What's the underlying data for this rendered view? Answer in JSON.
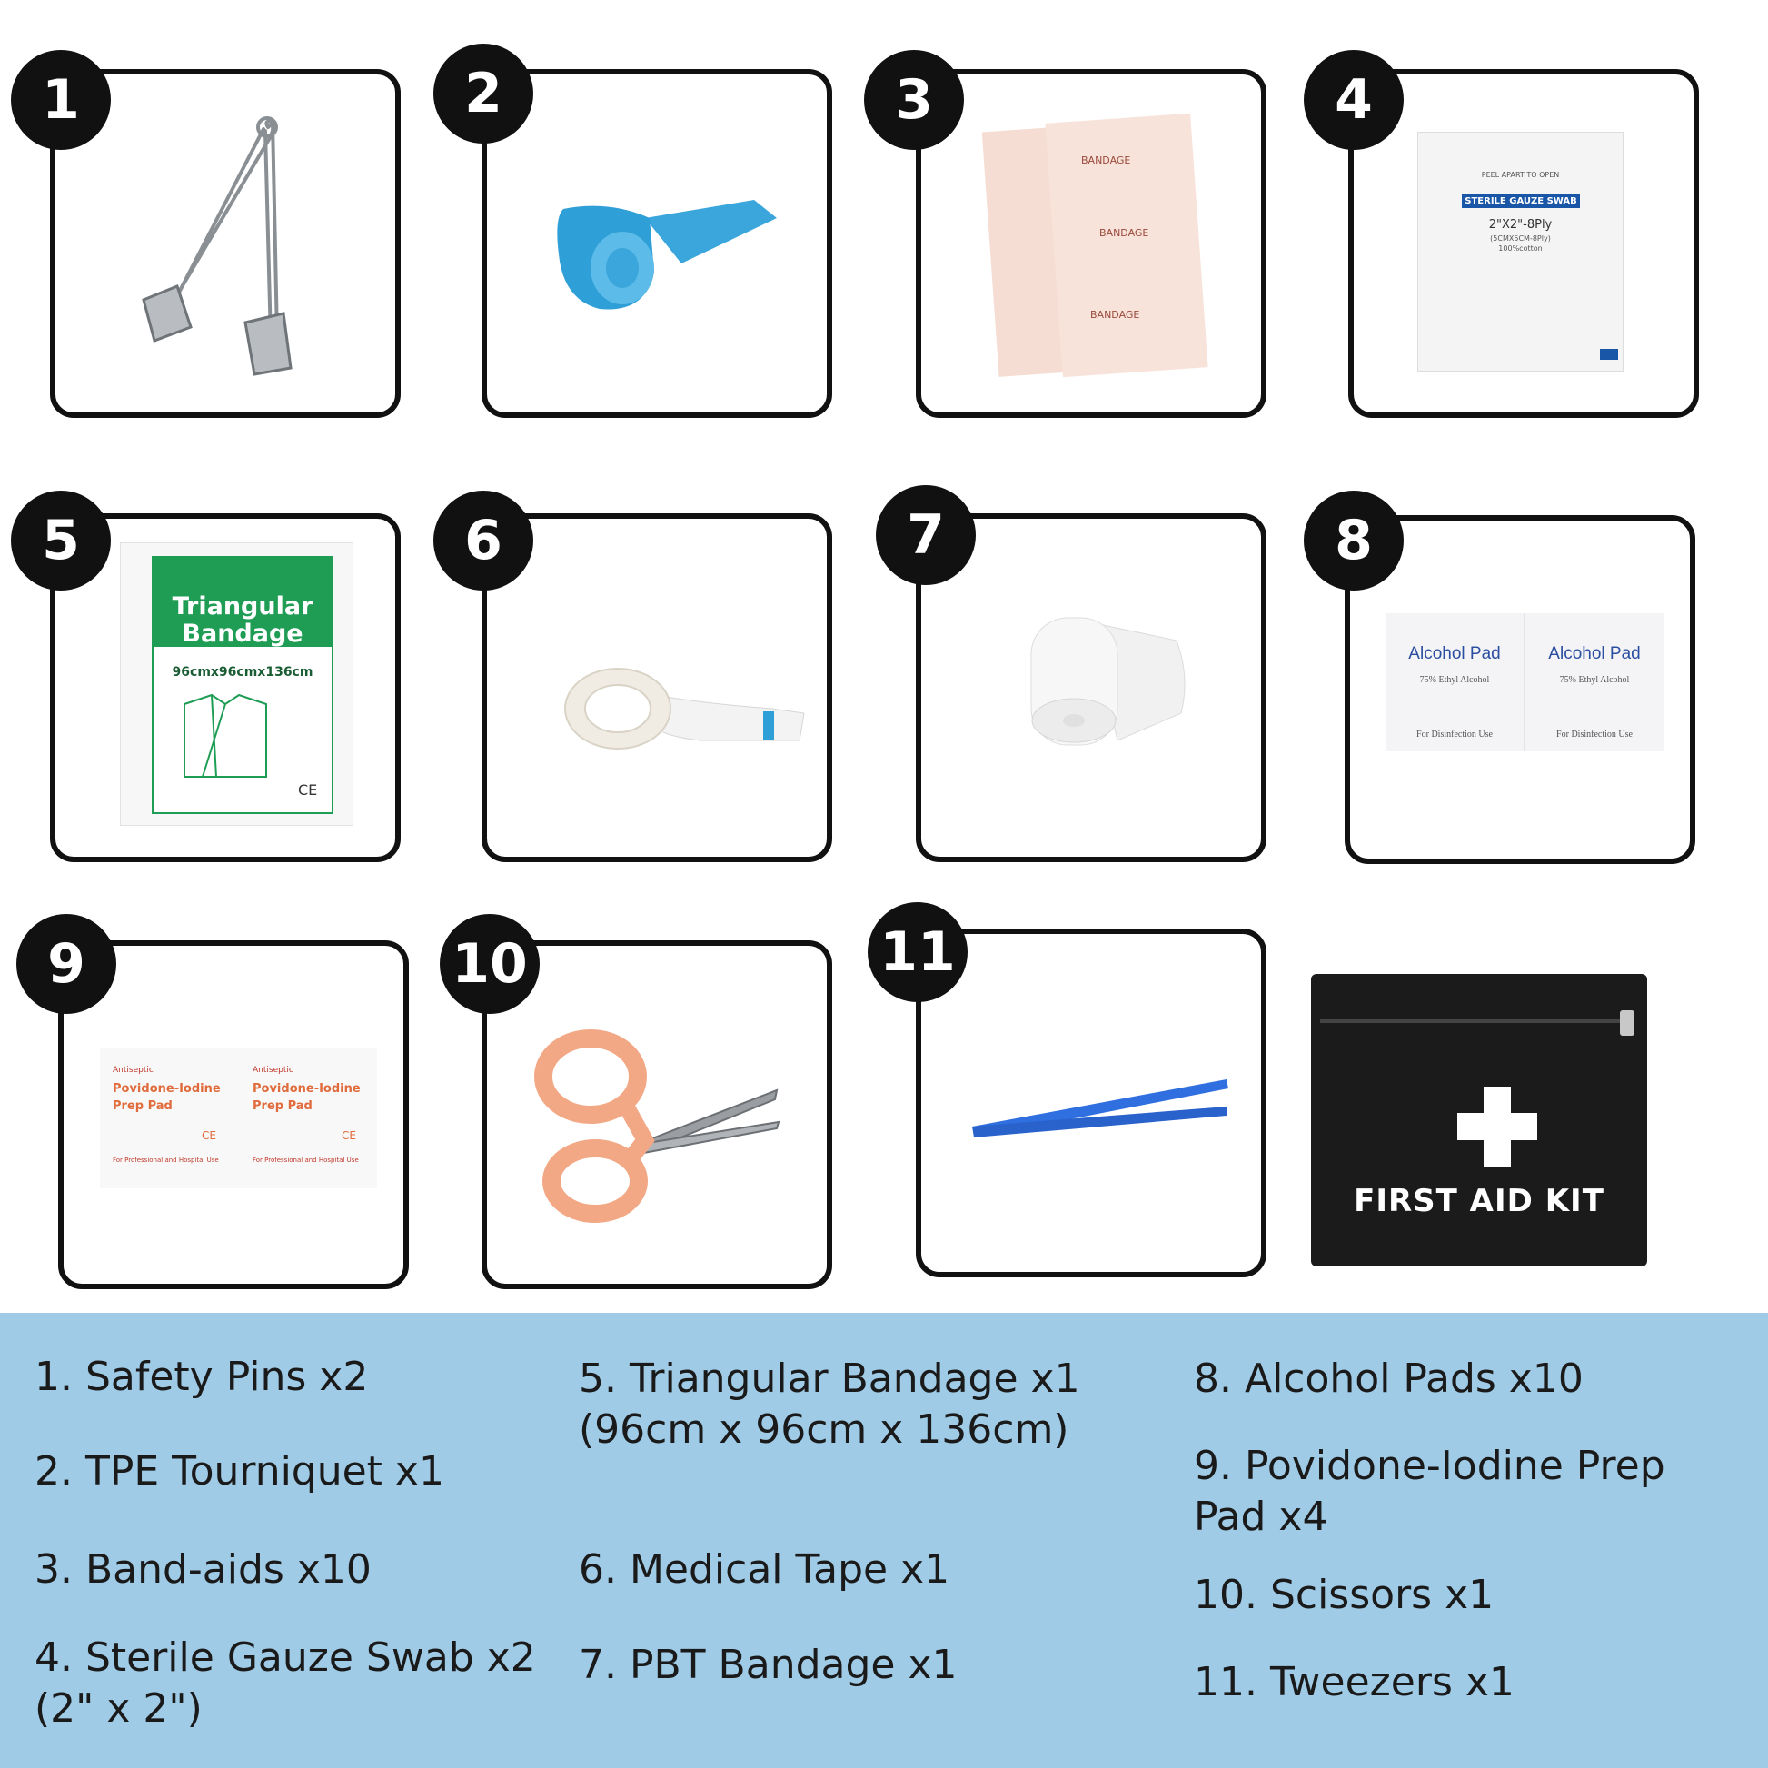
{
  "badges": [
    "1",
    "2",
    "3",
    "4",
    "5",
    "6",
    "7",
    "8",
    "9",
    "10",
    "11"
  ],
  "product_labels": {
    "triangular_title_1": "Triangular",
    "triangular_title_2": "Bandage",
    "triangular_size": "96cmx96cmx136cm",
    "triangular_ce": "CE",
    "gauze_peel": "PEEL APART TO OPEN",
    "gauze_title": "STERILE GAUZE SWAB",
    "gauze_size": "2\"X2\"-8Ply",
    "gauze_size_metric": "(5CMX5CM-8Ply)",
    "gauze_cotton": "100%cotton",
    "band_aid_word": "BANDAGE",
    "alcohol_title": "Alcohol Pad",
    "alcohol_sub": "75% Ethyl Alcohol",
    "alcohol_use": "For Disinfection Use",
    "iodine_top": "Antiseptic",
    "iodine_title_1": "Povidone-Iodine",
    "iodine_title_2": "Prep Pad",
    "iodine_ce": "CE",
    "iodine_use": "For Professional and Hospital Use",
    "kit_text": "FIRST AID KIT"
  },
  "legend": {
    "col1": [
      "1. Safety Pins x2",
      "2. TPE Tourniquet x1",
      "3. Band-aids x10",
      "4. Sterile Gauze Swab x2\n(2\" x 2\")"
    ],
    "col2": [
      "5. Triangular Bandage x1\n(96cm x 96cm x 136cm)",
      "6. Medical Tape x1",
      "7. PBT Bandage x1"
    ],
    "col3": [
      "8. Alcohol Pads x10",
      "9. Povidone-Iodine Prep\nPad x4",
      "10. Scissors x1",
      "11. Tweezers x1"
    ]
  }
}
